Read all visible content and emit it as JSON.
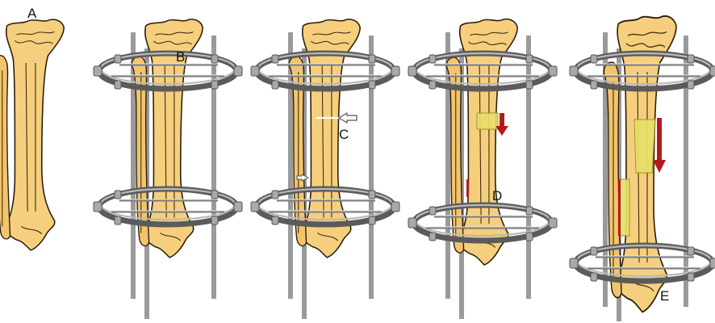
{
  "figure": {
    "panel_labels": [
      "A",
      "B",
      "C",
      "D",
      "E"
    ]
  },
  "colors": {
    "bone": "#f6cf7e",
    "bone_outline": "#2a1d0c",
    "frame_metal": "#9a9a9a",
    "ring_metal": "#5b5b5b",
    "regenerate": "#e8e06a",
    "arrow": "#b31b1b"
  }
}
